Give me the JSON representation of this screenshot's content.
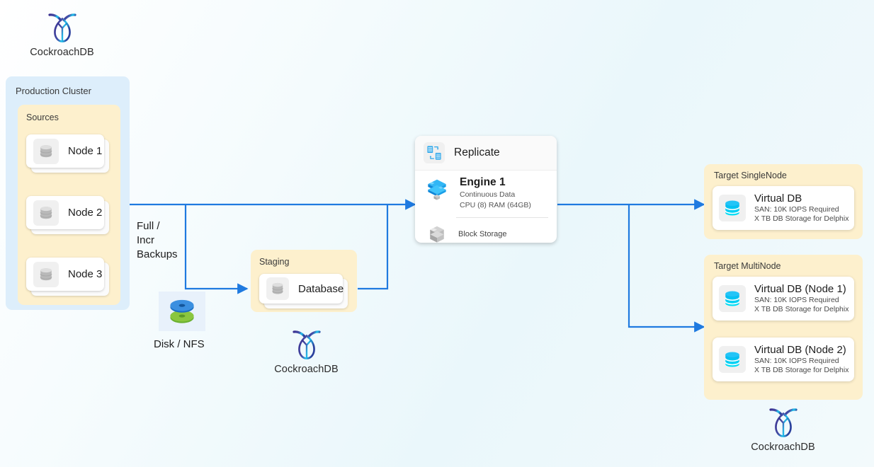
{
  "brand": {
    "name": "CockroachDB",
    "logo_icon": "cockroachdb-logo-icon"
  },
  "production_cluster": {
    "title": "Production Cluster",
    "sources": {
      "title": "Sources",
      "nodes": [
        {
          "label": "Node 1",
          "icon": "database-cylinder-icon"
        },
        {
          "label": "Node 2",
          "icon": "database-cylinder-icon"
        },
        {
          "label": "Node 3",
          "icon": "database-cylinder-icon"
        }
      ]
    }
  },
  "backup_flow": {
    "label": "Full /\nIncr\nBackups"
  },
  "disk_nfs": {
    "label": "Disk / NFS",
    "icon": "disk-stack-icon"
  },
  "staging": {
    "title": "Staging",
    "database": {
      "label": "Database",
      "icon": "database-cylinder-icon"
    }
  },
  "engine_panel": {
    "header": {
      "label": "Replicate",
      "icon": "replicate-icon"
    },
    "engine": {
      "name": "Engine 1",
      "icon": "engine-blocks-icon",
      "lines": [
        "Continuous Data",
        "CPU (8) RAM (64GB)"
      ]
    },
    "storage": {
      "label": "Block Storage",
      "icon": "block-storage-icon"
    }
  },
  "targets": [
    {
      "title": "Target SingleNode",
      "cards": [
        {
          "name": "Virtual DB",
          "icon": "virtual-db-icon",
          "lines": [
            "SAN: 10K IOPS Required",
            "X TB DB Storage for Delphix"
          ]
        }
      ]
    },
    {
      "title": "Target MultiNode",
      "cards": [
        {
          "name": "Virtual DB (Node 1)",
          "icon": "virtual-db-icon",
          "lines": [
            "SAN: 10K IOPS Required",
            "X TB DB Storage for Delphix"
          ]
        },
        {
          "name": "Virtual DB (Node 2)",
          "icon": "virtual-db-icon",
          "lines": [
            "SAN: 10K IOPS Required",
            "X TB DB Storage for Delphix"
          ]
        }
      ]
    }
  ],
  "colors": {
    "arrow": "#1f7ae0",
    "group_blue": "#ddeefb",
    "group_cream": "#fdf0cd",
    "accent_cyan": "#00c8f0",
    "engine_blue": "#0a9ae8"
  }
}
